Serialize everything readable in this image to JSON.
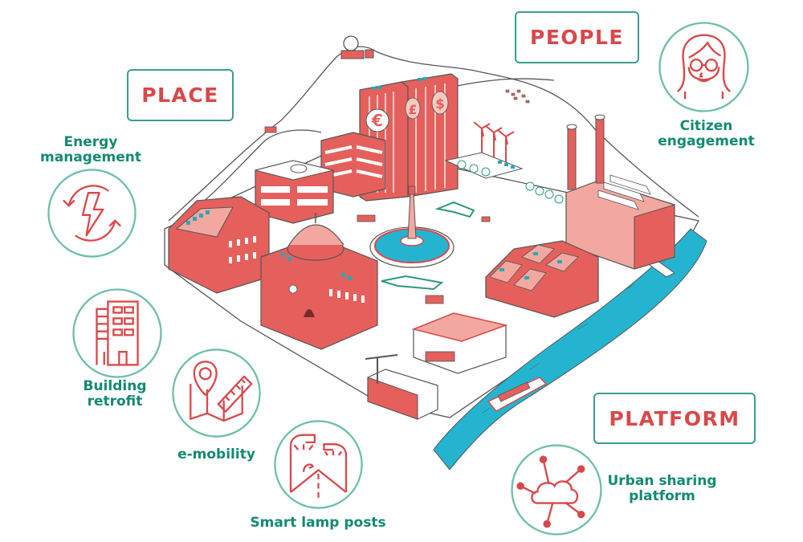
{
  "colors": {
    "accent_red": "#d9484a",
    "teal_border": "#3a9e8c",
    "teal_text": "#138a72",
    "circle_border": "#6fbfa9",
    "river_blue": "#25b4d0",
    "building_red": "#e5605c",
    "building_pink": "#f2a8a1",
    "outline_gray": "#555555"
  },
  "pillars": {
    "place": {
      "label": "PLACE"
    },
    "people": {
      "label": "PEOPLE"
    },
    "platform": {
      "label": "PLATFORM"
    }
  },
  "features": [
    {
      "id": "energy",
      "label_line1": "Energy",
      "label_line2": "management",
      "icon": "energy-cycle-bolt-icon",
      "pillar": "place"
    },
    {
      "id": "building",
      "label_line1": "Building",
      "label_line2": "retrofit",
      "icon": "building-icon",
      "pillar": "place"
    },
    {
      "id": "emobility",
      "label_line1": "e-mobility",
      "label_line2": "",
      "icon": "map-pin-ruler-icon",
      "pillar": "place"
    },
    {
      "id": "lamp",
      "label_line1": "Smart lamp posts",
      "label_line2": "",
      "icon": "street-lamp-road-icon",
      "pillar": "place"
    },
    {
      "id": "citizen",
      "label_line1": "Citizen",
      "label_line2": "engagement",
      "icon": "woman-face-glasses-icon",
      "pillar": "people"
    },
    {
      "id": "urban",
      "label_line1": "Urban sharing",
      "label_line2": "platform",
      "icon": "cloud-network-icon",
      "pillar": "platform"
    }
  ],
  "city": {
    "bank_symbols": [
      "€",
      "£",
      "$"
    ],
    "elements": [
      "hill-with-observatory",
      "bank-towers",
      "office-block",
      "helipad-building",
      "university-building",
      "domed-city-hall",
      "fountain-plaza",
      "wind-turbines",
      "solar-parking",
      "factory-with-chimneys",
      "row-houses",
      "bus-depot",
      "construction-site",
      "river",
      "ferry-boat"
    ]
  }
}
